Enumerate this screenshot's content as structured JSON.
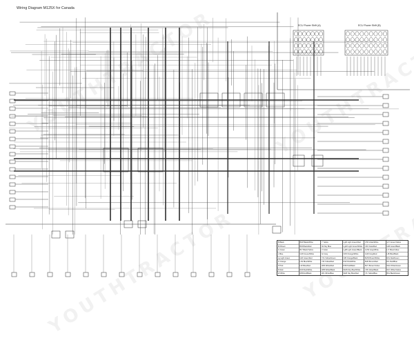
{
  "diagram": {
    "title": "Wiring Diagram M125X for Canada",
    "ecu_a_label": "ECU Power Shift (A)",
    "ecu_b_label": "ECU Power Shift (B)",
    "watermark_text": "YOUTHTRACTOR",
    "colors": {
      "wire": "#2b2b2b",
      "wire_light": "#7a7a7a",
      "background": "#ffffff"
    }
  },
  "legend": {
    "columns": [
      [
        "B  Black",
        "Br Brown",
        "G  Green",
        "L  Blue",
        "Lg Light Green",
        "O  Orange",
        "P  Pink",
        "R  Red",
        "W  White"
      ],
      [
        "B/W Black/White",
        "B/R Black/Red",
        "B/Y Black/Yellow",
        "G/W Green/White",
        "G/R Green/Red",
        "L/W Blue/White",
        "L/R Blue/Red",
        "R/W Red/White",
        "R/B Red/Black"
      ],
      [
        "Y  Yellow",
        "Sb Sky Blue",
        "V  Violet",
        "Gr Gray",
        "Y/G Yellow/Green",
        "Y/R Yellow/Red",
        "W/R White/Red",
        "W/B White/Black",
        "W/L White/Blue"
      ],
      [
        "Lg/R Light Green/Red",
        "Lg/W Light Green/White",
        "Lg/B Light Green/Black",
        "O/W Orange/White",
        "O/B Orange/Black",
        "P/W Pink/White",
        "P/B Pink/Black",
        "Sb/W Sky Blue/White",
        "Sb/R Sky Blue/Red"
      ],
      [
        "V/W Violet/White",
        "V/R Violet/Red",
        "Gr/W Gray/White",
        "Gr/R Gray/Red",
        "Br/W Brown/White",
        "Br/R Brown/Red",
        "Br/Y Brown/Yellow",
        "Y/B Yellow/Black",
        "Y/L Yellow/Blue"
      ],
      [
        "G/Y Green/Yellow",
        "G/B Green/Black",
        "L/Y Blue/Yellow",
        "L/B Blue/Black",
        "R/G Red/Green",
        "R/L Red/Blue",
        "W/G White/Green",
        "W/Y White/Yellow",
        "B/G Black/Green"
      ]
    ]
  }
}
